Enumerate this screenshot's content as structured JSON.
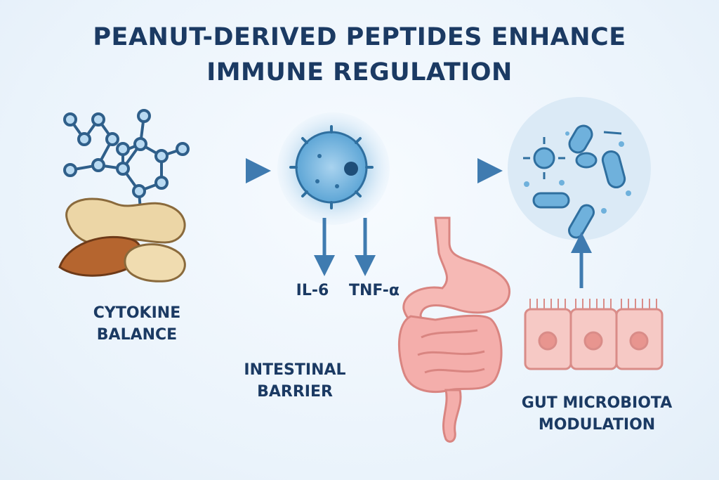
{
  "title": {
    "line1": "PEANUT-DERIVED PEPTIDES ENHANCE",
    "line2": "IMMUNE REGULATION"
  },
  "labels": {
    "cytokine": {
      "line1": "CYTOKINE",
      "line2": "BALANCE"
    },
    "il6": "IL-6",
    "tnf": "TNF-α",
    "intestinal": {
      "line1": "INTESTINAL",
      "line2": "BARRIER"
    },
    "microbiota": {
      "line1": "GUT MICROBIOTA",
      "line2": "MODULATION"
    }
  },
  "colors": {
    "title": "#1b3a63",
    "arrow": "#3f7bb0",
    "cell": "#6fb1dc",
    "gut": "#f1a8a6",
    "peanut": "#e9d3a4"
  }
}
